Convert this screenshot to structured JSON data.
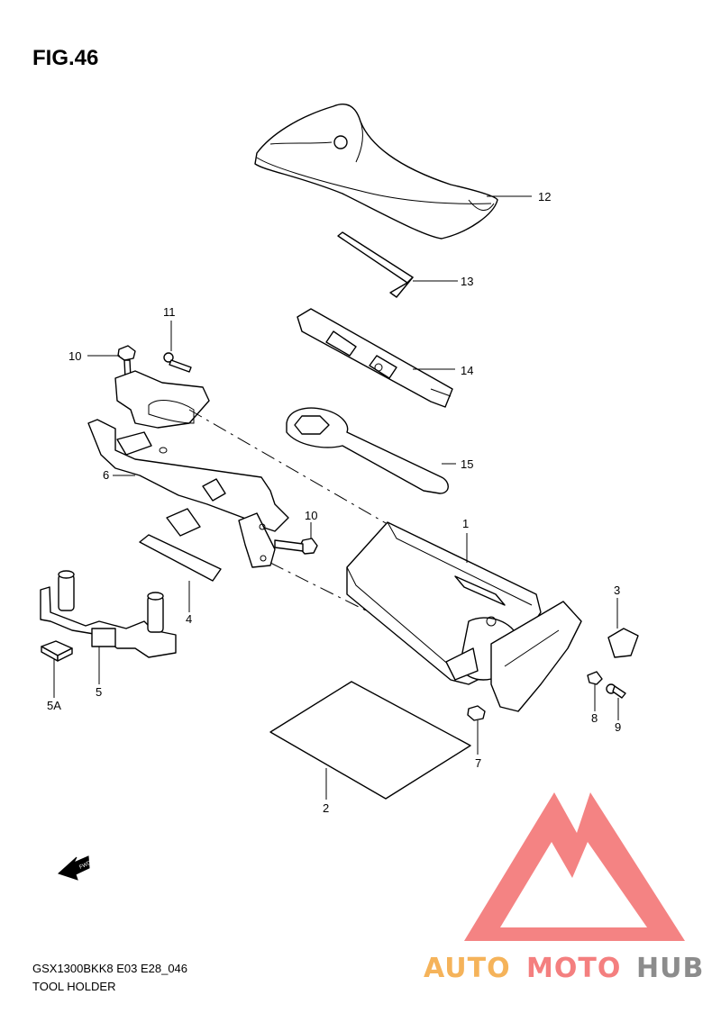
{
  "figure": {
    "title": "FIG.46"
  },
  "callouts": {
    "p1": "1",
    "p2": "2",
    "p3": "3",
    "p4": "4",
    "p5": "5",
    "p5a": "5A",
    "p6": "6",
    "p7": "7",
    "p8": "8",
    "p9": "9",
    "p10a": "10",
    "p10b": "10",
    "p11": "11",
    "p12": "12",
    "p13": "13",
    "p14": "14",
    "p15": "15"
  },
  "fwd_label": "FWD",
  "footer": {
    "model_code": "GSX1300BKK8 E03 E28_046",
    "section_name": "TOOL HOLDER"
  },
  "watermark": {
    "segments": [
      "AUTO",
      "MOTO",
      "HUB"
    ],
    "colors": {
      "auto": "#f5b35a",
      "moto": "#f47f7f",
      "hub": "#8c8c8c",
      "triangle": "#f26d6d"
    }
  }
}
